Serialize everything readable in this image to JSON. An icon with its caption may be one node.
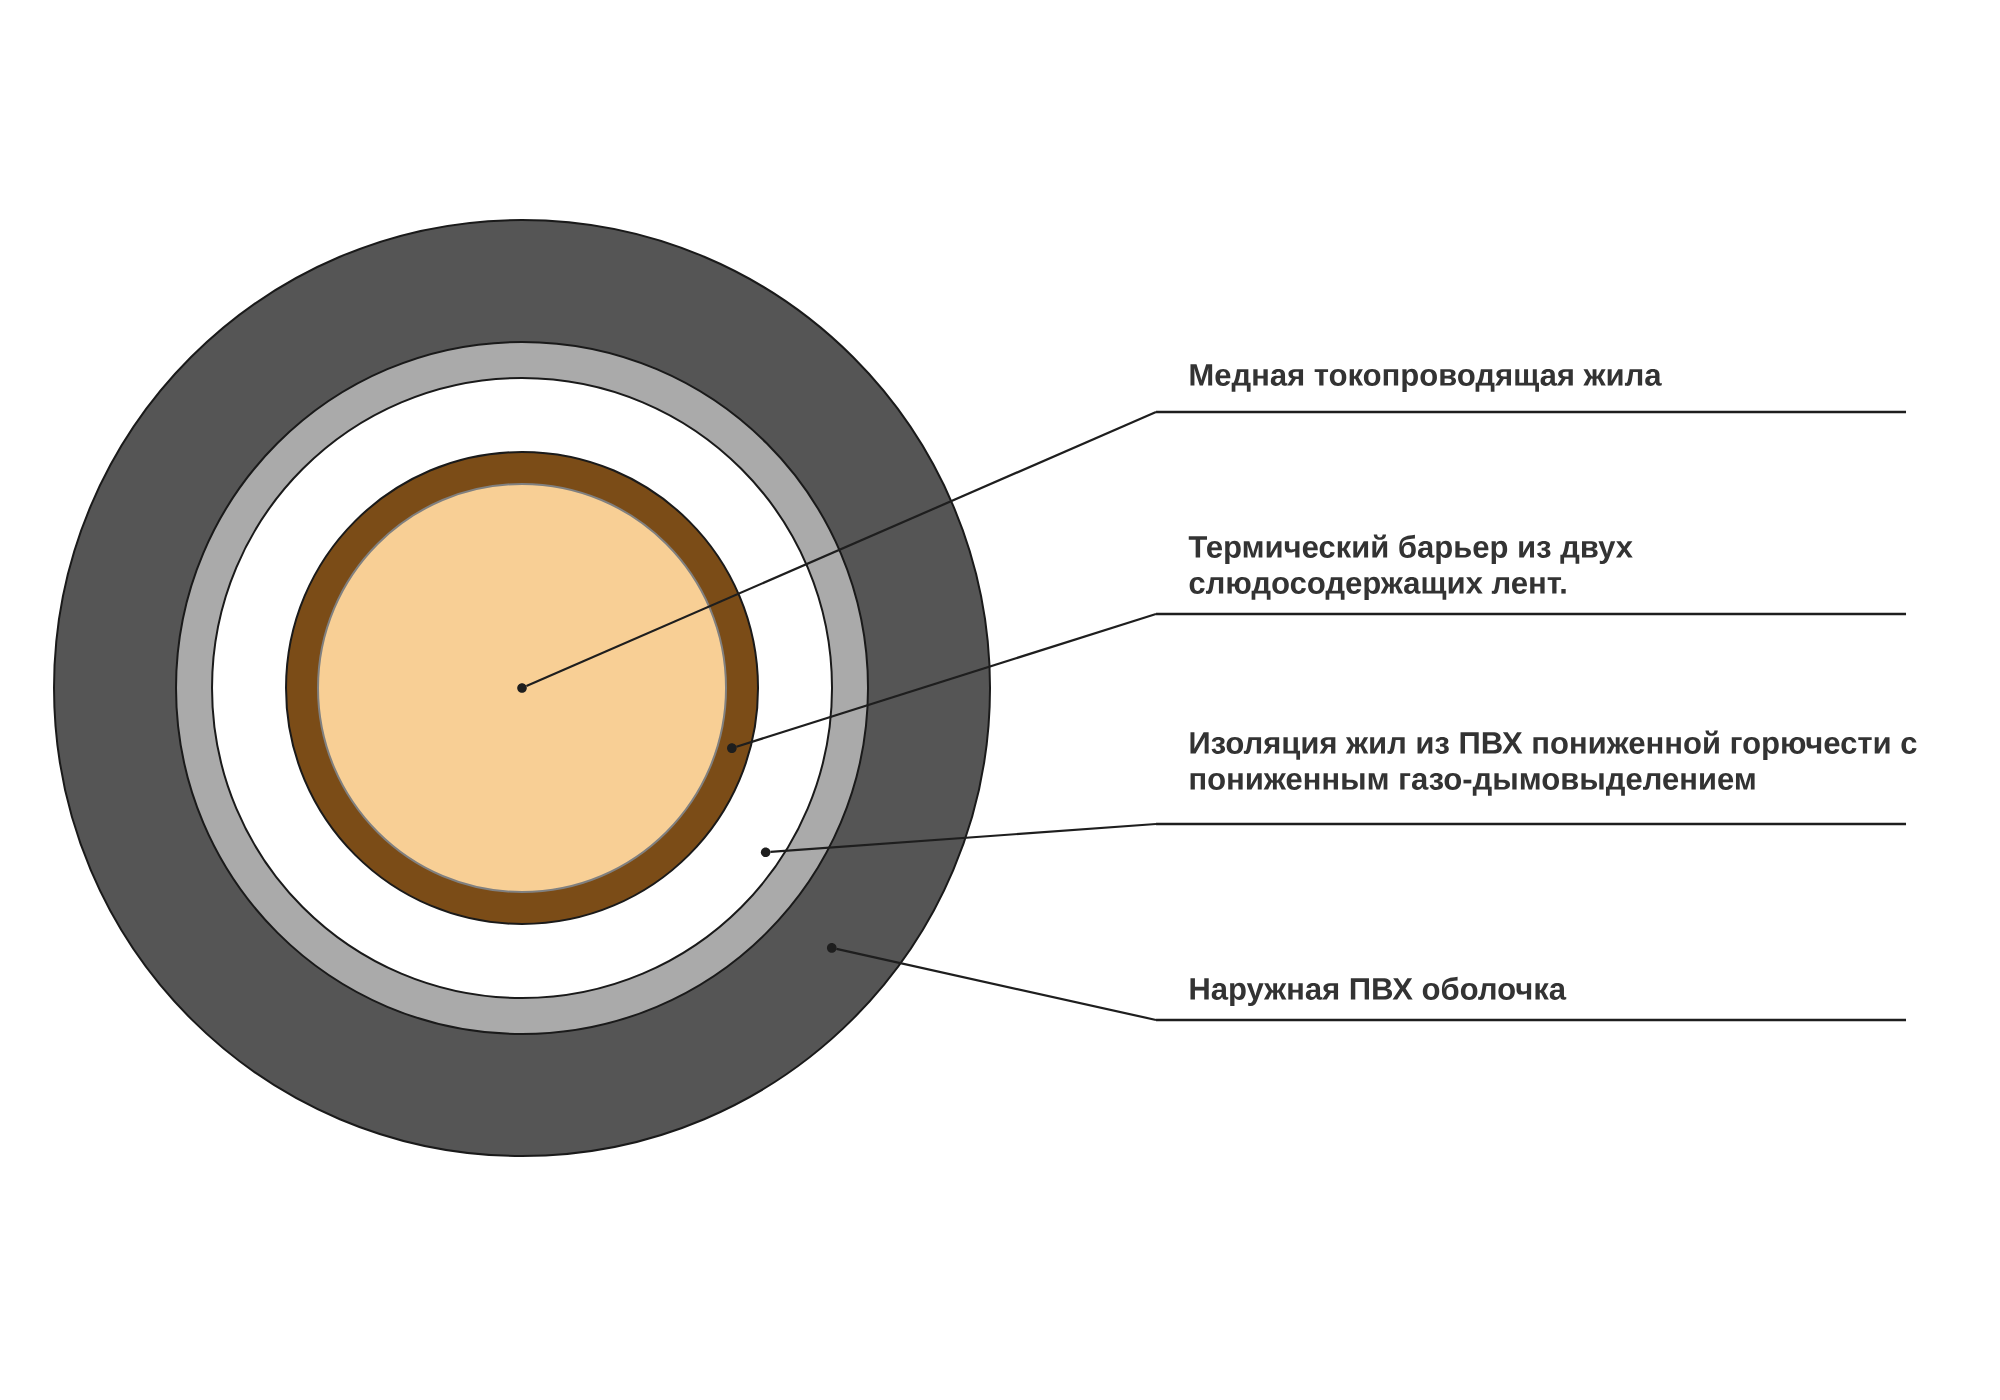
{
  "diagram": {
    "nodes": [
      {
        "text": [],
        "shape": "circle"
      },
      {
        "text": [],
        "shape": "circle",
        "in": 0
      },
      {
        "text": [],
        "shape": "circle",
        "in": 1
      },
      {
        "text": [],
        "shape": "circle",
        "in": 2
      },
      {
        "text": [],
        "shape": "circle",
        "in": 3
      },
      {
        "text": [],
        "shape": "circle",
        "in": 2
      },
      {
        "text": [],
        "shape": "circle",
        "in": 1
      },
      {
        "text": [],
        "shape": "circle",
        "in": 0
      },
      {
        "text": [
          "Медная токопроводящая жила"
        ]
      },
      {
        "text": [
          "Термический барьер из двух слюдосодержащих лент."
        ]
      },
      {
        "text": [
          "Изоляция жил из ПВХ пониженной горючести с пониженным газо-дымовыделением"
        ]
      },
      {
        "text": [
          "Наружная ПВХ оболочка"
        ]
      }
    ],
    "edges": [
      {
        "from": 8,
        "to": 4,
        "arrow": "none"
      },
      {
        "from": 9,
        "to": 5,
        "arrow": "none"
      },
      {
        "from": 10,
        "to": 6,
        "arrow": "none"
      },
      {
        "from": 11,
        "to": 7,
        "arrow": "none"
      }
    ]
  }
}
